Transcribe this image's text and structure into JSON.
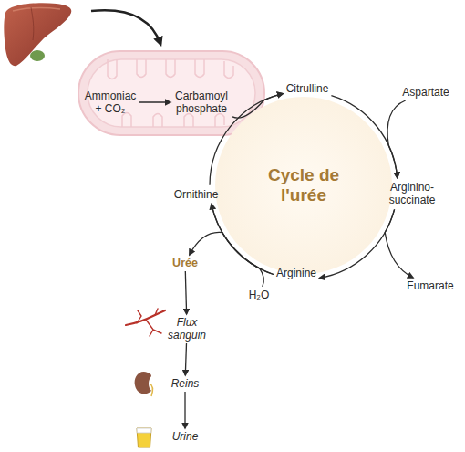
{
  "diagram": {
    "nodes": [
      {
        "text": [
          "Ammoniac + CO₂"
        ]
      },
      {
        "text": [
          "Carbamoyl phosphate"
        ]
      },
      {
        "text": [
          "Cycle de l'urée"
        ]
      },
      {
        "text": [
          "Citrulline"
        ]
      },
      {
        "text": [
          "Aspartate"
        ]
      },
      {
        "text": [
          "Arginino- succinate"
        ]
      },
      {
        "text": [
          "Fumarate"
        ]
      },
      {
        "text": [
          "Arginine"
        ]
      },
      {
        "text": [
          "H₂O"
        ]
      },
      {
        "text": [
          "Ornithine"
        ]
      },
      {
        "text": [
          "Urée"
        ]
      },
      {
        "text": [
          "Flux sanguin"
        ]
      },
      {
        "text": [
          "Reins"
        ]
      },
      {
        "text": [
          "Urine"
        ]
      }
    ],
    "edges": [
      {
        "from": 0,
        "to": 1,
        "arrow": "to"
      },
      {
        "from": 1,
        "to": 3,
        "arrow": "to"
      },
      {
        "from": 3,
        "to": 5,
        "arrow": "to"
      },
      {
        "from": 4,
        "to": 5,
        "arrow": "to"
      },
      {
        "from": 5,
        "to": 7,
        "arrow": "to"
      },
      {
        "from": 5,
        "to": 6,
        "arrow": "to"
      },
      {
        "from": 7,
        "to": 9,
        "arrow": "to"
      },
      {
        "from": 8,
        "to": 9,
        "arrow": "none"
      },
      {
        "from": 7,
        "to": 10,
        "arrow": "to"
      },
      {
        "from": 9,
        "to": 3,
        "arrow": "to"
      },
      {
        "from": 10,
        "to": 11,
        "arrow": "to"
      },
      {
        "from": 11,
        "to": 12,
        "arrow": "to"
      },
      {
        "from": 12,
        "to": 13,
        "arrow": "to"
      }
    ]
  }
}
